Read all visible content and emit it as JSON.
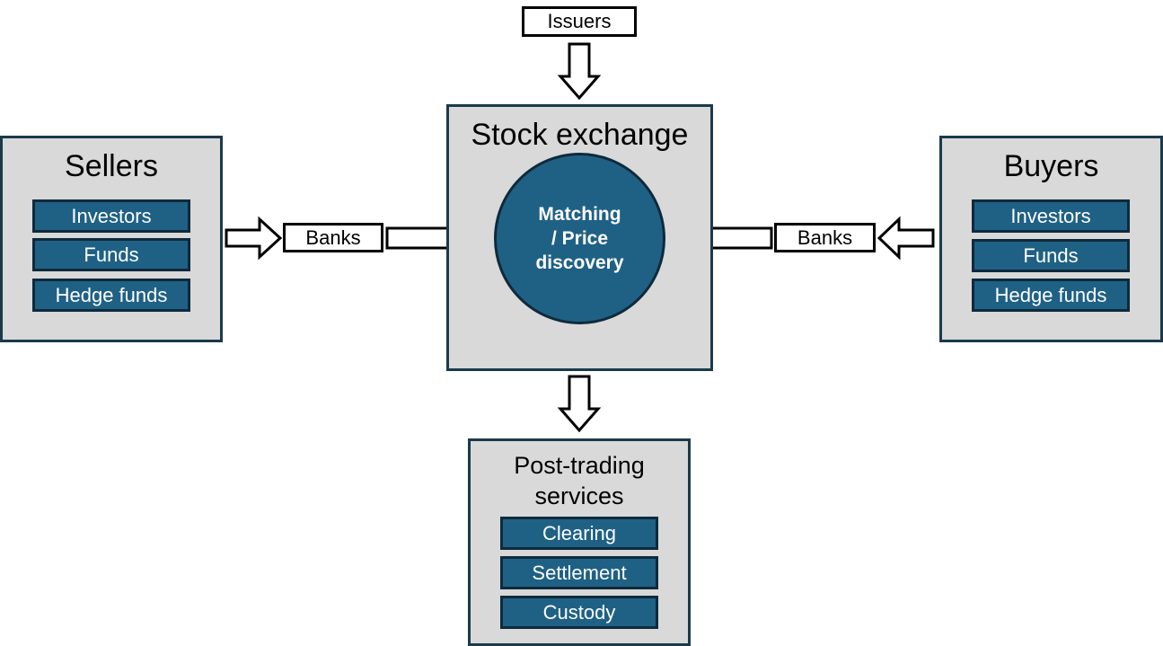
{
  "issuers": "Issuers",
  "exchange": {
    "title": "Stock exchange",
    "core": [
      "Matching",
      "/ Price",
      "discovery"
    ]
  },
  "sellers": {
    "title": "Sellers",
    "items": [
      "Investors",
      "Funds",
      "Hedge funds"
    ],
    "intermediary": "Banks"
  },
  "buyers": {
    "title": "Buyers",
    "items": [
      "Investors",
      "Funds",
      "Hedge funds"
    ],
    "intermediary": "Banks"
  },
  "post_trading": {
    "title": [
      "Post-trading",
      "services"
    ],
    "items": [
      "Clearing",
      "Settlement",
      "Custody"
    ]
  }
}
